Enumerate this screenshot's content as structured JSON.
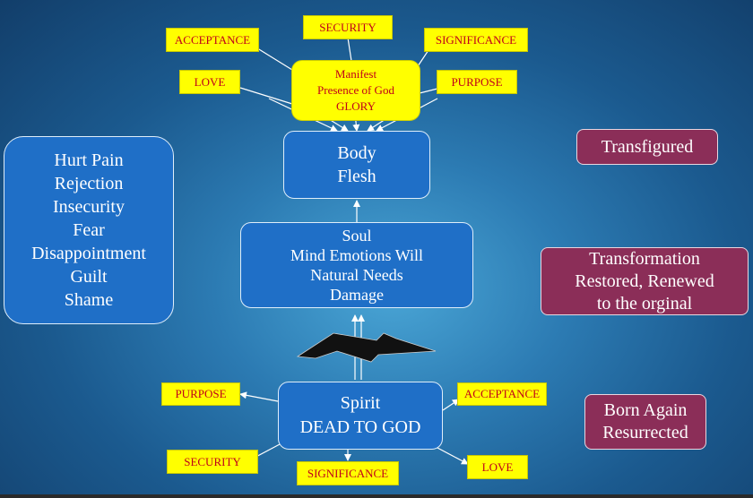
{
  "glory_box": [
    "Manifest",
    "Presence of God",
    "GLORY"
  ],
  "top_needs": {
    "acceptance": "ACCEPTANCE",
    "security": "SECURITY",
    "significance": "SIGNIFICANCE",
    "love": "LOVE",
    "purpose": "PURPOSE"
  },
  "body_box": [
    "Body",
    "Flesh"
  ],
  "soul_box": [
    "Soul",
    "Mind Emotions Will",
    "Natural Needs",
    "Damage"
  ],
  "spirit_box": [
    "Spirit",
    "DEAD TO GOD"
  ],
  "bottom_needs": {
    "purpose": "PURPOSE",
    "acceptance": "ACCEPTANCE",
    "security": "SECURITY",
    "significance": "SIGNIFICANCE",
    "love": "LOVE"
  },
  "wounds_box": [
    "Hurt Pain",
    "Rejection",
    "Insecurity",
    "Fear",
    "Disappointment",
    "Guilt",
    "Shame"
  ],
  "states": {
    "transfigured": [
      "Transfigured"
    ],
    "transformation": [
      "Transformation",
      "Restored, Renewed",
      "to the orginal"
    ],
    "born_again": [
      "Born Again",
      "Resurrected"
    ]
  },
  "colors": {
    "background": "#2c7bb3",
    "box_blue": "#1f6fc7",
    "tag_yellow": "#ffff00",
    "tag_text": "#c0001a",
    "state_plum": "#8b2e58"
  }
}
